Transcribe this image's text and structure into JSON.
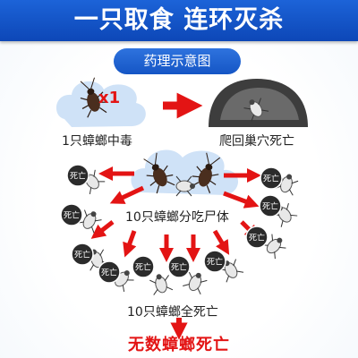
{
  "header": {
    "title": "一只取食 连环灭杀"
  },
  "section_label": "药理示意图",
  "step1": {
    "multiplier": "x1",
    "caption": "1只蟑螂中毒"
  },
  "step2": {
    "caption": "爬回巢穴死亡"
  },
  "step3": {
    "caption": "10只蟑螂分吃尸体"
  },
  "step4": {
    "caption": "10只蟑螂全死亡"
  },
  "result": "无数蟑螂死亡",
  "death_badge": "死亡",
  "colors": {
    "brand_blue": "#1558c8",
    "arrow_red": "#e31414",
    "bubble": "#cfe2f7",
    "badge": "#2b2b2b"
  }
}
